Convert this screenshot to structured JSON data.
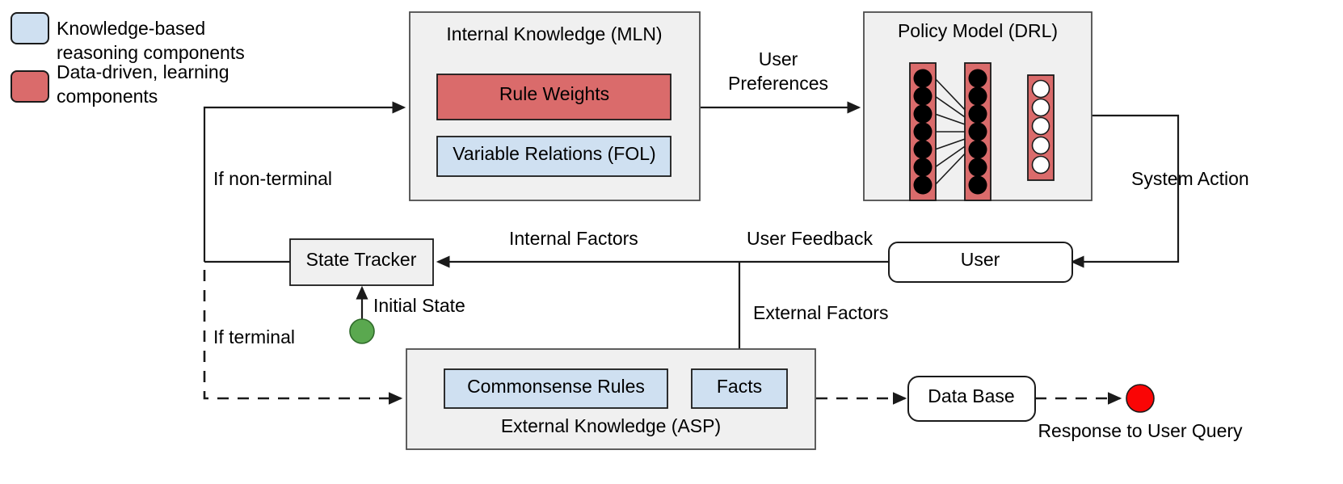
{
  "legend": {
    "items": [
      {
        "key": "knowledge",
        "color": "#cfe0f1",
        "line1": "Knowledge-based",
        "line2": "reasoning components"
      },
      {
        "key": "data_driven",
        "color": "#da6b6b",
        "line1": "Data-driven, learning",
        "line2": "components"
      }
    ]
  },
  "colors": {
    "knowledge_blue": "#cfe0f1",
    "data_red": "#da6b6b",
    "group_fill": "#f0f0f0",
    "start_green": "#5aa84f",
    "end_red": "#fa0505",
    "stroke": "#1a1a1a",
    "group_stroke": "#4d4d4d"
  },
  "blocks": {
    "internal_knowledge": {
      "title": "Internal Knowledge (MLN)",
      "children": [
        {
          "label": "Rule Weights",
          "type": "data_driven"
        },
        {
          "label": "Variable Relations (FOL)",
          "type": "knowledge"
        }
      ]
    },
    "policy_model": {
      "title": "Policy Model (DRL)",
      "layers": [
        {
          "name": "input-layer",
          "nodes": 7,
          "filled": true
        },
        {
          "name": "hidden-layer",
          "nodes": 7,
          "filled": true
        },
        {
          "name": "output-layer",
          "nodes": 5,
          "filled": false
        }
      ]
    },
    "state_tracker": {
      "label": "State Tracker"
    },
    "user": {
      "label": "User"
    },
    "external_knowledge": {
      "title": "External Knowledge (ASP)",
      "children": [
        {
          "label": "Commonsense Rules",
          "type": "knowledge"
        },
        {
          "label": "Facts",
          "type": "knowledge"
        }
      ]
    },
    "data_base": {
      "label": "Data Base"
    }
  },
  "nodes": {
    "start": {
      "name": "initial-state-node",
      "color": "#5aa84f"
    },
    "end": {
      "name": "response-node",
      "color": "#fa0505"
    }
  },
  "edge_labels": {
    "user_preferences_l1": "User",
    "user_preferences_l2": "Preferences",
    "system_action": "System Action",
    "if_non_terminal": "If non-terminal",
    "if_terminal": "If terminal",
    "internal_factors": "Internal Factors",
    "user_feedback": "User Feedback",
    "external_factors": "External Factors",
    "initial_state": "Initial State",
    "response_to_user_query": "Response to User Query"
  }
}
